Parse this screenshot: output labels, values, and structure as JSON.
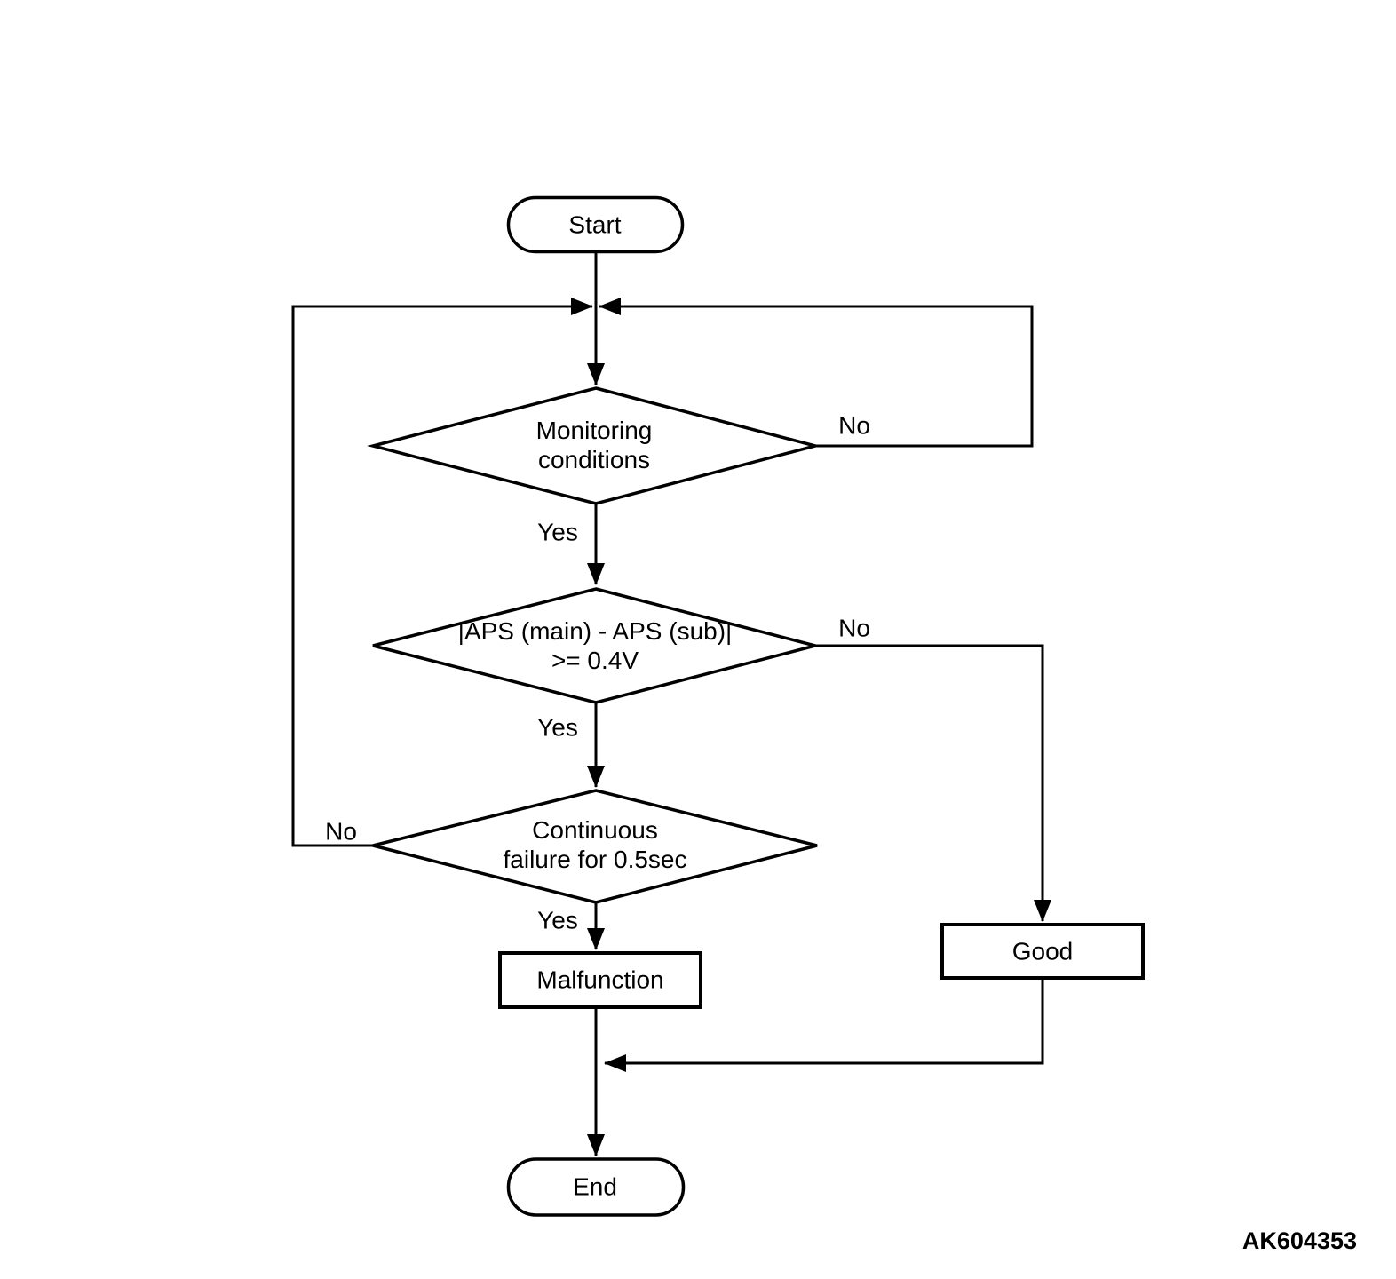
{
  "diagram": {
    "figure_id": "AK604353",
    "colors": {
      "line": "#000000",
      "background": "#ffffff"
    },
    "nodes": {
      "start": {
        "type": "terminal",
        "label": "Start"
      },
      "monitoring": {
        "type": "decision",
        "line1": "Monitoring",
        "line2": "conditions"
      },
      "aps": {
        "type": "decision",
        "line1": "|APS (main) - APS (sub)|",
        "line2": ">= 0.4V"
      },
      "continuous": {
        "type": "decision",
        "line1": "Continuous",
        "line2": "failure for 0.5sec"
      },
      "malfunction": {
        "type": "process",
        "label": "Malfunction"
      },
      "good": {
        "type": "process",
        "label": "Good"
      },
      "end": {
        "type": "terminal",
        "label": "End"
      }
    },
    "edges": {
      "monitoring_no": "No",
      "monitoring_yes": "Yes",
      "aps_no": "No",
      "aps_yes": "Yes",
      "continuous_no": "No",
      "continuous_yes": "Yes"
    }
  }
}
